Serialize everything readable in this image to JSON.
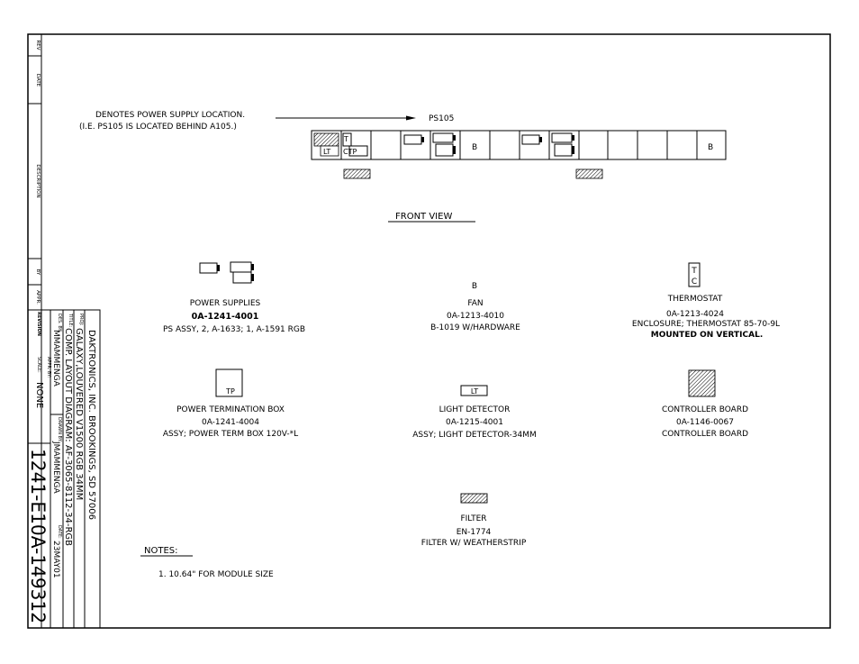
{
  "revision_column": {
    "rev": "REV",
    "date": "DATE",
    "description": "DESCRIPTION",
    "by": "BY",
    "appr": "APPR."
  },
  "header": {
    "note_line1": "DENOTES POWER SUPPLY LOCATION.",
    "note_line2": "(I.E. PS105 IS LOCATED BEHIND A105.)",
    "ps_label": "PS105"
  },
  "strip": {
    "cell1_label": "LT",
    "cell2_top": "T",
    "cell2_bottom": "CTP",
    "fan_label_1": "B",
    "fan_label_2": "B"
  },
  "front_view_label": "FRONT VIEW",
  "legend": [
    {
      "id": "power-supplies",
      "title": "POWER SUPPLIES",
      "part": "0A-1241-4001",
      "desc": "PS ASSY, 2, A-1633; 1, A-1591 RGB",
      "extra": ""
    },
    {
      "id": "fan",
      "title": "FAN",
      "part": "0A-1213-4010",
      "desc": "B-1019 W/HARDWARE",
      "extra": "",
      "symbol": "B"
    },
    {
      "id": "thermostat",
      "title": "THERMOSTAT",
      "part": "0A-1213-4024",
      "desc": "ENCLOSURE; THERMOSTAT 85-70-9L",
      "extra": "MOUNTED ON VERTICAL.",
      "symbol_top": "T",
      "symbol_bottom": "C"
    },
    {
      "id": "power-term-box",
      "title": "POWER TERMINATION BOX",
      "part": "0A-1241-4004",
      "desc": "ASSY; POWER TERM BOX 120V-*L",
      "extra": "",
      "symbol": "TP"
    },
    {
      "id": "light-detector",
      "title": "LIGHT DETECTOR",
      "part": "0A-1215-4001",
      "desc": "ASSY; LIGHT DETECTOR-34MM",
      "extra": "",
      "symbol": "LT"
    },
    {
      "id": "controller-board",
      "title": "CONTROLLER BOARD",
      "part": "0A-1146-0067",
      "desc": "CONTROLLER BOARD",
      "extra": ""
    },
    {
      "id": "filter",
      "title": "FILTER",
      "part": "EN-1774",
      "desc": "FILTER W/ WEATHERSTRIP",
      "extra": ""
    }
  ],
  "notes": {
    "heading": "NOTES:",
    "item1": "1.   10.64\" FOR MODULE SIZE"
  },
  "title_block": {
    "company": "DAKTRONICS, INC.  BROOKINGS, SD 57006",
    "proj_label": "PROJ:",
    "proj": "GALAXY,LOUVERED V1500 RGB 34MM",
    "title_label": "TITLE:",
    "title": "COMP. LAYOUT DIAGRAM: AF-3065-8112-34-RGB",
    "des_label": "DES. BY:",
    "des": "MMAMMENGA",
    "drawn_label": "DRAWN BY:",
    "drawn": "JMAMMENGA",
    "date_label": "DATE:",
    "date": "23MAY01",
    "revision_label": "REVISION",
    "appr_label": "APPR. BY:",
    "scale_label": "SCALE:",
    "scale": "NONE",
    "drawing_number": "1241-E10A-149312"
  }
}
